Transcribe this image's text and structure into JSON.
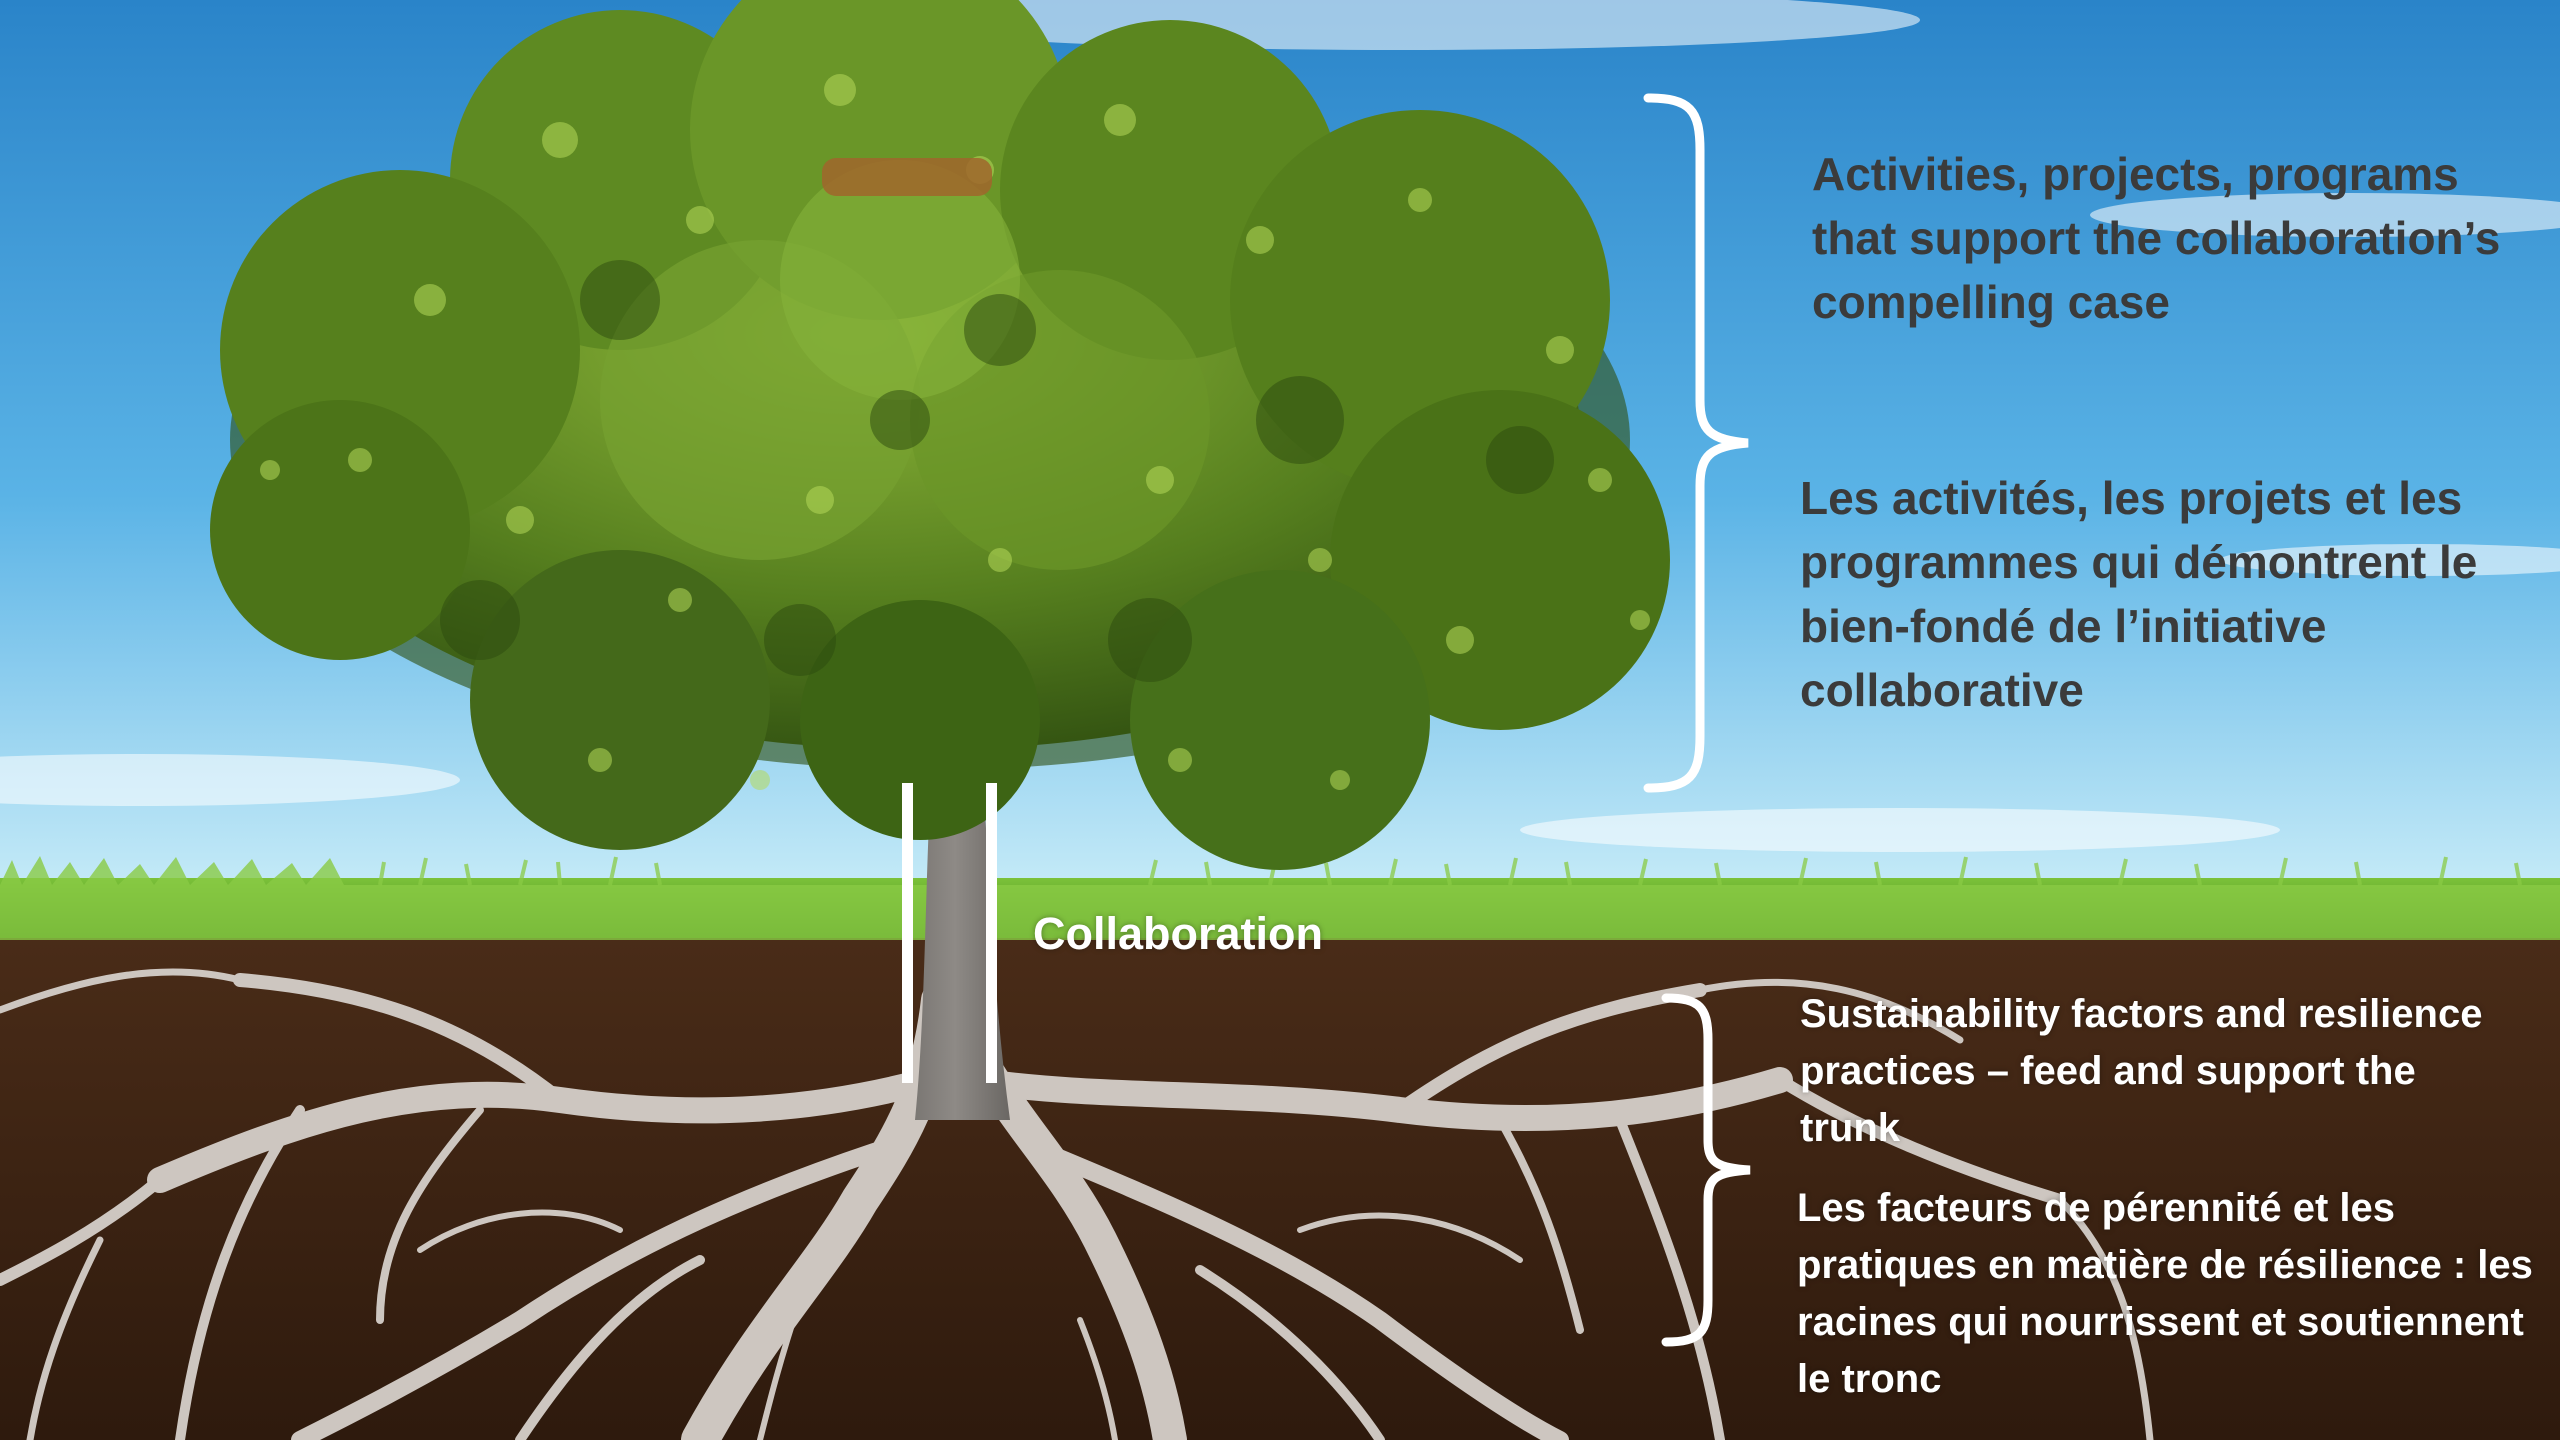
{
  "colors": {
    "sky_top": "#2b87cc",
    "sky_bottom": "#cfeef9",
    "grass": "#4d9a1f",
    "soil": "#3d2413",
    "canopy": "#4f7a1c",
    "roots": "#c9c2bd",
    "brackets": "#ffffff",
    "dark_text": "#3b3b3b",
    "light_text": "#ffffff"
  },
  "canopy_annotation": {
    "english": "Activities, projects, programs that support the collaboration’s compelling case",
    "french": "Les activités, les projets et les programmes qui démontrent le bien-fondé de l’initiative collaborative"
  },
  "trunk_annotation": {
    "label": "Collaboration"
  },
  "roots_annotation": {
    "english": "Sustainability factors and resilience practices – feed and support the trunk",
    "french": "Les facteurs de pérennité et les pratiques en matière de résilience : les racines qui nourrissent et soutiennent le tronc"
  }
}
